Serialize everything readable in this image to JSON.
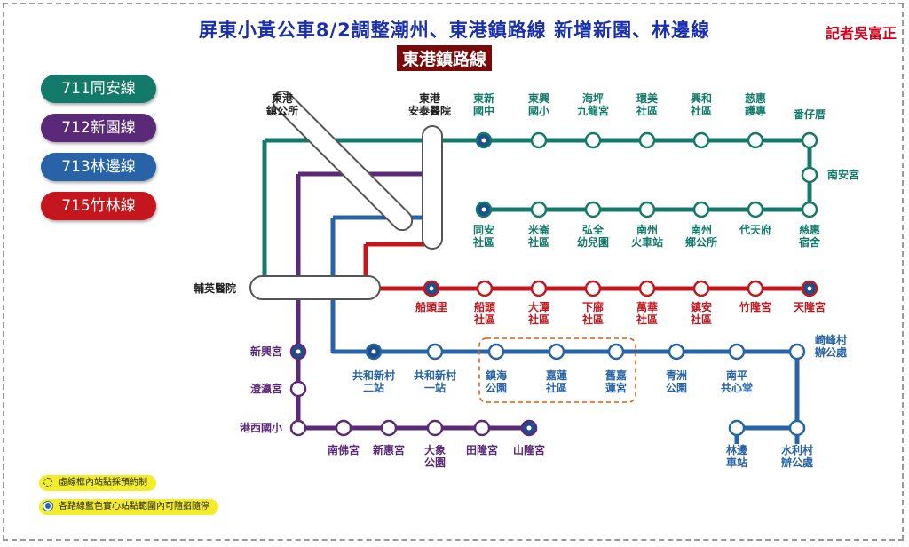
{
  "title": "屏東小黃公車8/2調整潮州、東港鎮路線 新增新園、林邊線",
  "subtitle": "東港鎮路線",
  "reporter": "記者吳富正",
  "colors": {
    "line711": "#137a69",
    "line712": "#5a2a78",
    "line713": "#2863a8",
    "line715": "#c4161c",
    "title": "#1a2fb0"
  },
  "routes": [
    {
      "label": "711同安線",
      "color": "#137a69"
    },
    {
      "label": "712新園線",
      "color": "#5a2a78"
    },
    {
      "label": "713林邊線",
      "color": "#2863a8"
    },
    {
      "label": "715竹林線",
      "color": "#c4161c"
    }
  ],
  "hubs": {
    "town_office": "東港\n鎮公所",
    "antai_hospital": "東港\n安泰醫院",
    "fuying_hospital": "輔英醫院"
  },
  "stops_711_top": [
    "東新\n國中",
    "東興\n國小",
    "海坪\n九龍宮",
    "環美\n社區",
    "興和\n社區",
    "慈惠\n護專",
    "番仔厝"
  ],
  "stop_711_east": "南安宮",
  "stops_711_bottom": [
    "同安\n社區",
    "米崙\n社區",
    "弘全\n幼兒園",
    "南州\n火車站",
    "南州\n鄉公所",
    "代天府",
    "慈惠\n宿舍"
  ],
  "stops_715": [
    "船頭里",
    "船頭\n社區",
    "大潭\n社區",
    "下廍\n社區",
    "萬華\n社區",
    "鎮安\n社區",
    "竹隆宮",
    "天隆宮"
  ],
  "stops_712_west": [
    "新興宮",
    "澄瀛宮",
    "港西國小"
  ],
  "stops_712_bottom": [
    "南佛宮",
    "新惠宮",
    "大象\n公園",
    "田隆宮",
    "山隆宮"
  ],
  "stops_713": [
    "共和新村\n二站",
    "共和新村\n一站",
    "鎮海\n公園",
    "嘉蓮\n社區",
    "舊嘉\n蓮宮",
    "青洲\n公園",
    "南平\n共心堂",
    "崎峰村\n辦公處"
  ],
  "stops_713_east": [
    "林邊\n車站",
    "水利村\n辦公處"
  ],
  "notes": [
    "虛線框內站點採預約制",
    "各路線藍色實心站點範圍內可隨招隨停"
  ]
}
